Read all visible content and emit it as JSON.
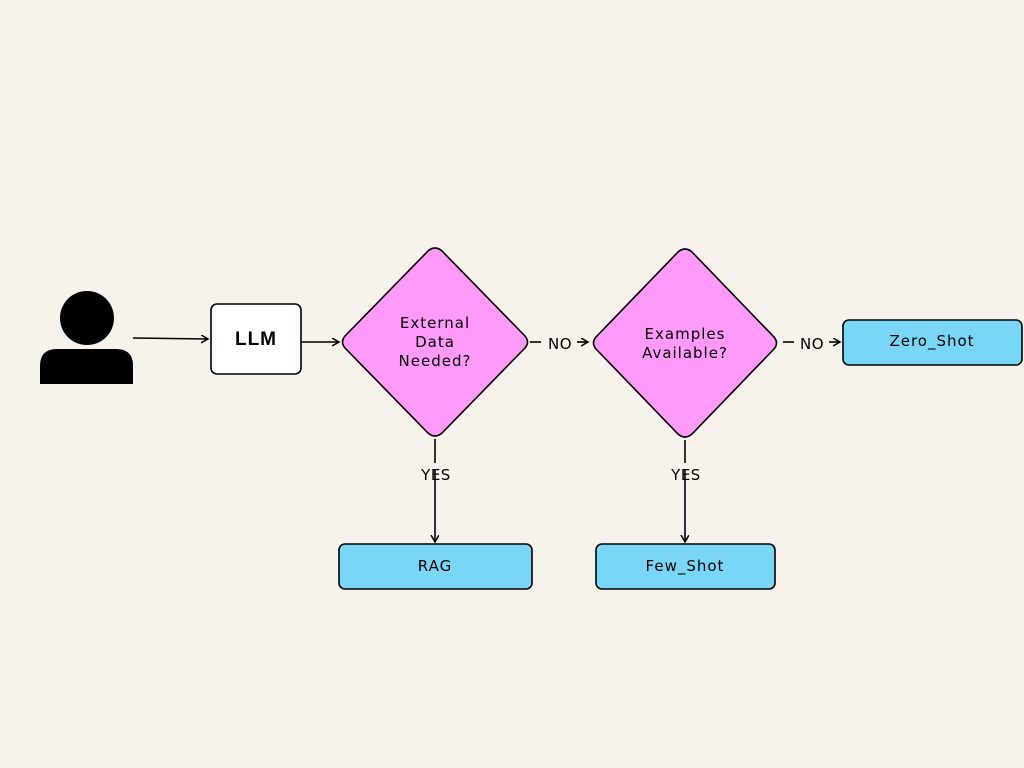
{
  "diagram": {
    "colors": {
      "background": "#f7f2eb",
      "decision_fill": "#ff99fa",
      "outcome_fill": "#7ad6f7",
      "stroke": "#000000",
      "llm_fill": "#ffffff"
    },
    "user": {
      "icon": "user-icon"
    },
    "llm": {
      "label": "LLM"
    },
    "decision_external": {
      "line1": "External",
      "line2": "Data",
      "line3": "Needed?"
    },
    "decision_examples": {
      "line1": "Examples",
      "line2": "Available?"
    },
    "outcomes": {
      "rag": "RAG",
      "few_shot": "Few_Shot",
      "zero_shot": "Zero_Shot"
    },
    "edges": {
      "no_1": "NO",
      "no_2": "NO",
      "yes_1": "YES",
      "yes_2": "YES"
    }
  }
}
